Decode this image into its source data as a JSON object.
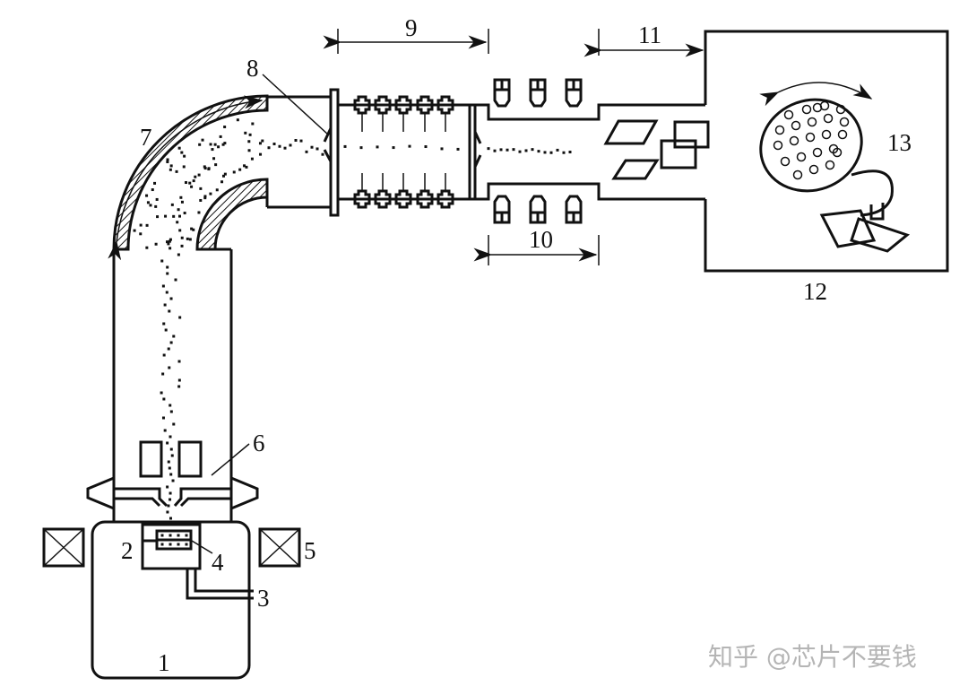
{
  "labels": {
    "l1": "1",
    "l2": "2",
    "l3": "3",
    "l4": "4",
    "l5": "5",
    "l6": "6",
    "l7": "7",
    "l8": "8",
    "l9": "9",
    "l10": "10",
    "l11": "11",
    "l12": "12",
    "l13": "13"
  },
  "watermark": "知乎 @芯片不要钱"
}
